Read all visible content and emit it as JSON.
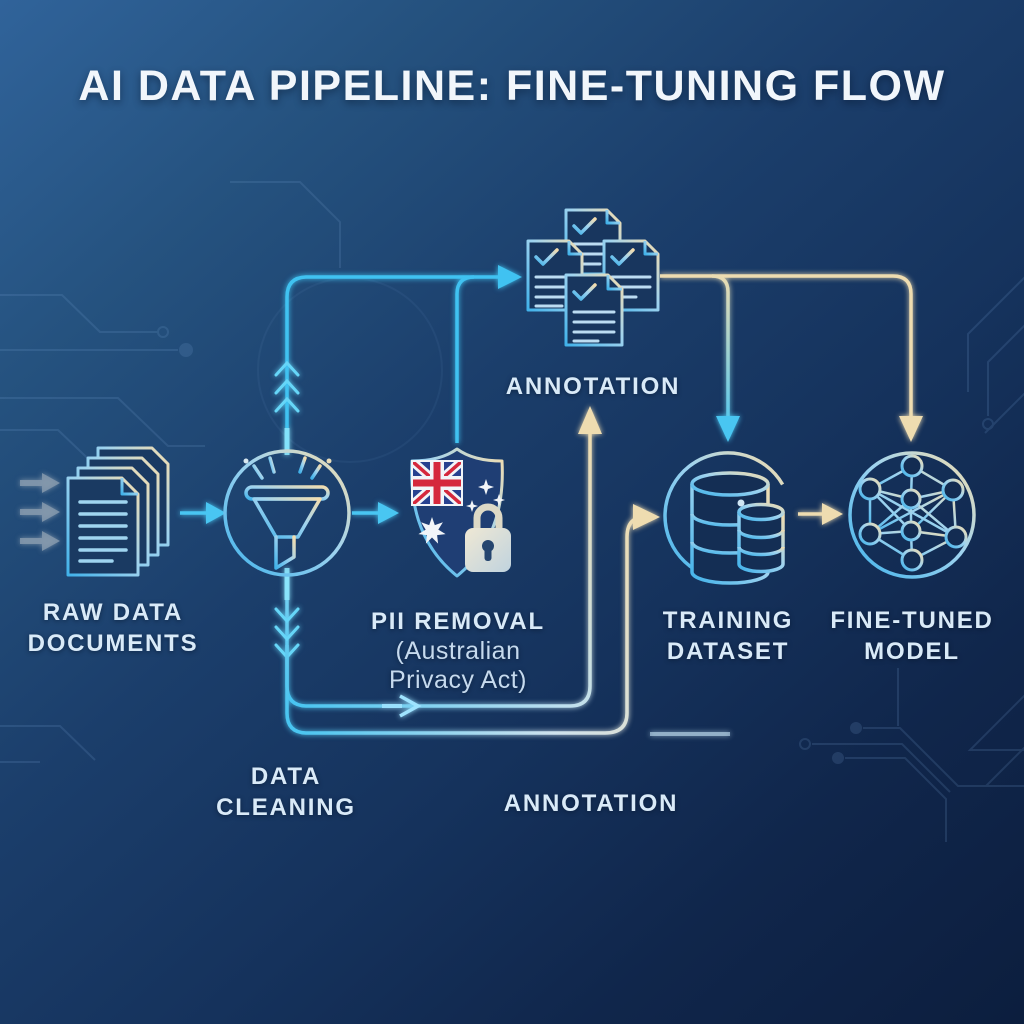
{
  "title": "AI DATA PIPELINE: FINE-TUNING FLOW",
  "colors": {
    "background_top_left": "#30639a",
    "background_bottom_right": "#0c1e3e",
    "accent_cyan": "#45c6f2",
    "accent_cream": "#eedcb0",
    "label_text": "#d9eaf8",
    "flag_red": "#d5283c",
    "flag_blue": "#27418f",
    "input_arrow_gray": "#8599ad"
  },
  "stages": {
    "raw_data": {
      "line1": "RAW DATA",
      "line2": "DOCUMENTS",
      "icon": "document-stack-icon"
    },
    "data_cleaning": {
      "line1": "DATA",
      "line2": "CLEANING",
      "icon": "funnel-circle-icon"
    },
    "pii_removal": {
      "title": "PII REMOVAL",
      "sub1": "(Australian",
      "sub2": "Privacy Act)",
      "icon": "shield-australian-flag-lock-icon"
    },
    "annotation": {
      "label": "ANNOTATION",
      "icon": "annotated-documents-icon"
    },
    "annotation_path": {
      "label": "ANNOTATION"
    },
    "training_dataset": {
      "line1": "TRAINING",
      "line2": "DATASET",
      "icon": "database-cylinders-icon"
    },
    "fine_tuned_model": {
      "line1": "FINE-TUNED",
      "line2": "MODEL",
      "icon": "neural-network-icon"
    }
  },
  "flow_edges": [
    {
      "from": "external-input",
      "to": "raw-data-documents"
    },
    {
      "from": "raw-data-documents",
      "to": "data-cleaning"
    },
    {
      "from": "data-cleaning",
      "to": "pii-removal"
    },
    {
      "from": "data-cleaning",
      "to": "annotation",
      "via": "top"
    },
    {
      "from": "pii-removal",
      "to": "annotation",
      "via": "top"
    },
    {
      "from": "data-cleaning",
      "to": "annotation",
      "via": "bottom"
    },
    {
      "from": "data-cleaning",
      "to": "training-dataset",
      "via": "bottom"
    },
    {
      "from": "annotation",
      "to": "training-dataset"
    },
    {
      "from": "annotation",
      "to": "fine-tuned-model"
    },
    {
      "from": "training-dataset",
      "to": "fine-tuned-model"
    }
  ]
}
